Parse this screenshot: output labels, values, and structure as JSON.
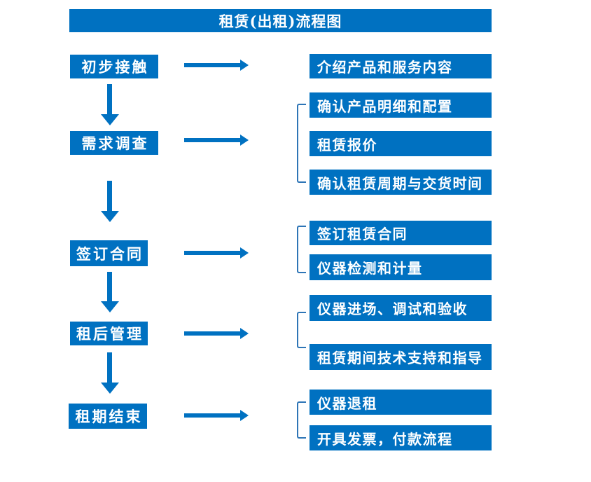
{
  "title": "租赁(出租)流程图",
  "steps": [
    {
      "label": "初步接触"
    },
    {
      "label": "需求调查"
    },
    {
      "label": "签订合同"
    },
    {
      "label": "租后管理"
    },
    {
      "label": "租期结束"
    }
  ],
  "details": [
    "介绍产品和服务内容",
    "确认产品明细和配置",
    "租赁报价",
    "确认租赁周期与交货时间",
    "签订租赁合同",
    "仪器检测和计量",
    "仪器进场、调试和验收",
    "租赁期间技术支持和指导",
    "仪器退租",
    "开具发票，付款流程"
  ],
  "colors": {
    "box_blue": "#0071C1",
    "bracket_blue": "#2E75B6",
    "text_white": "#FFFFFF",
    "background": "#FFFFFF"
  }
}
